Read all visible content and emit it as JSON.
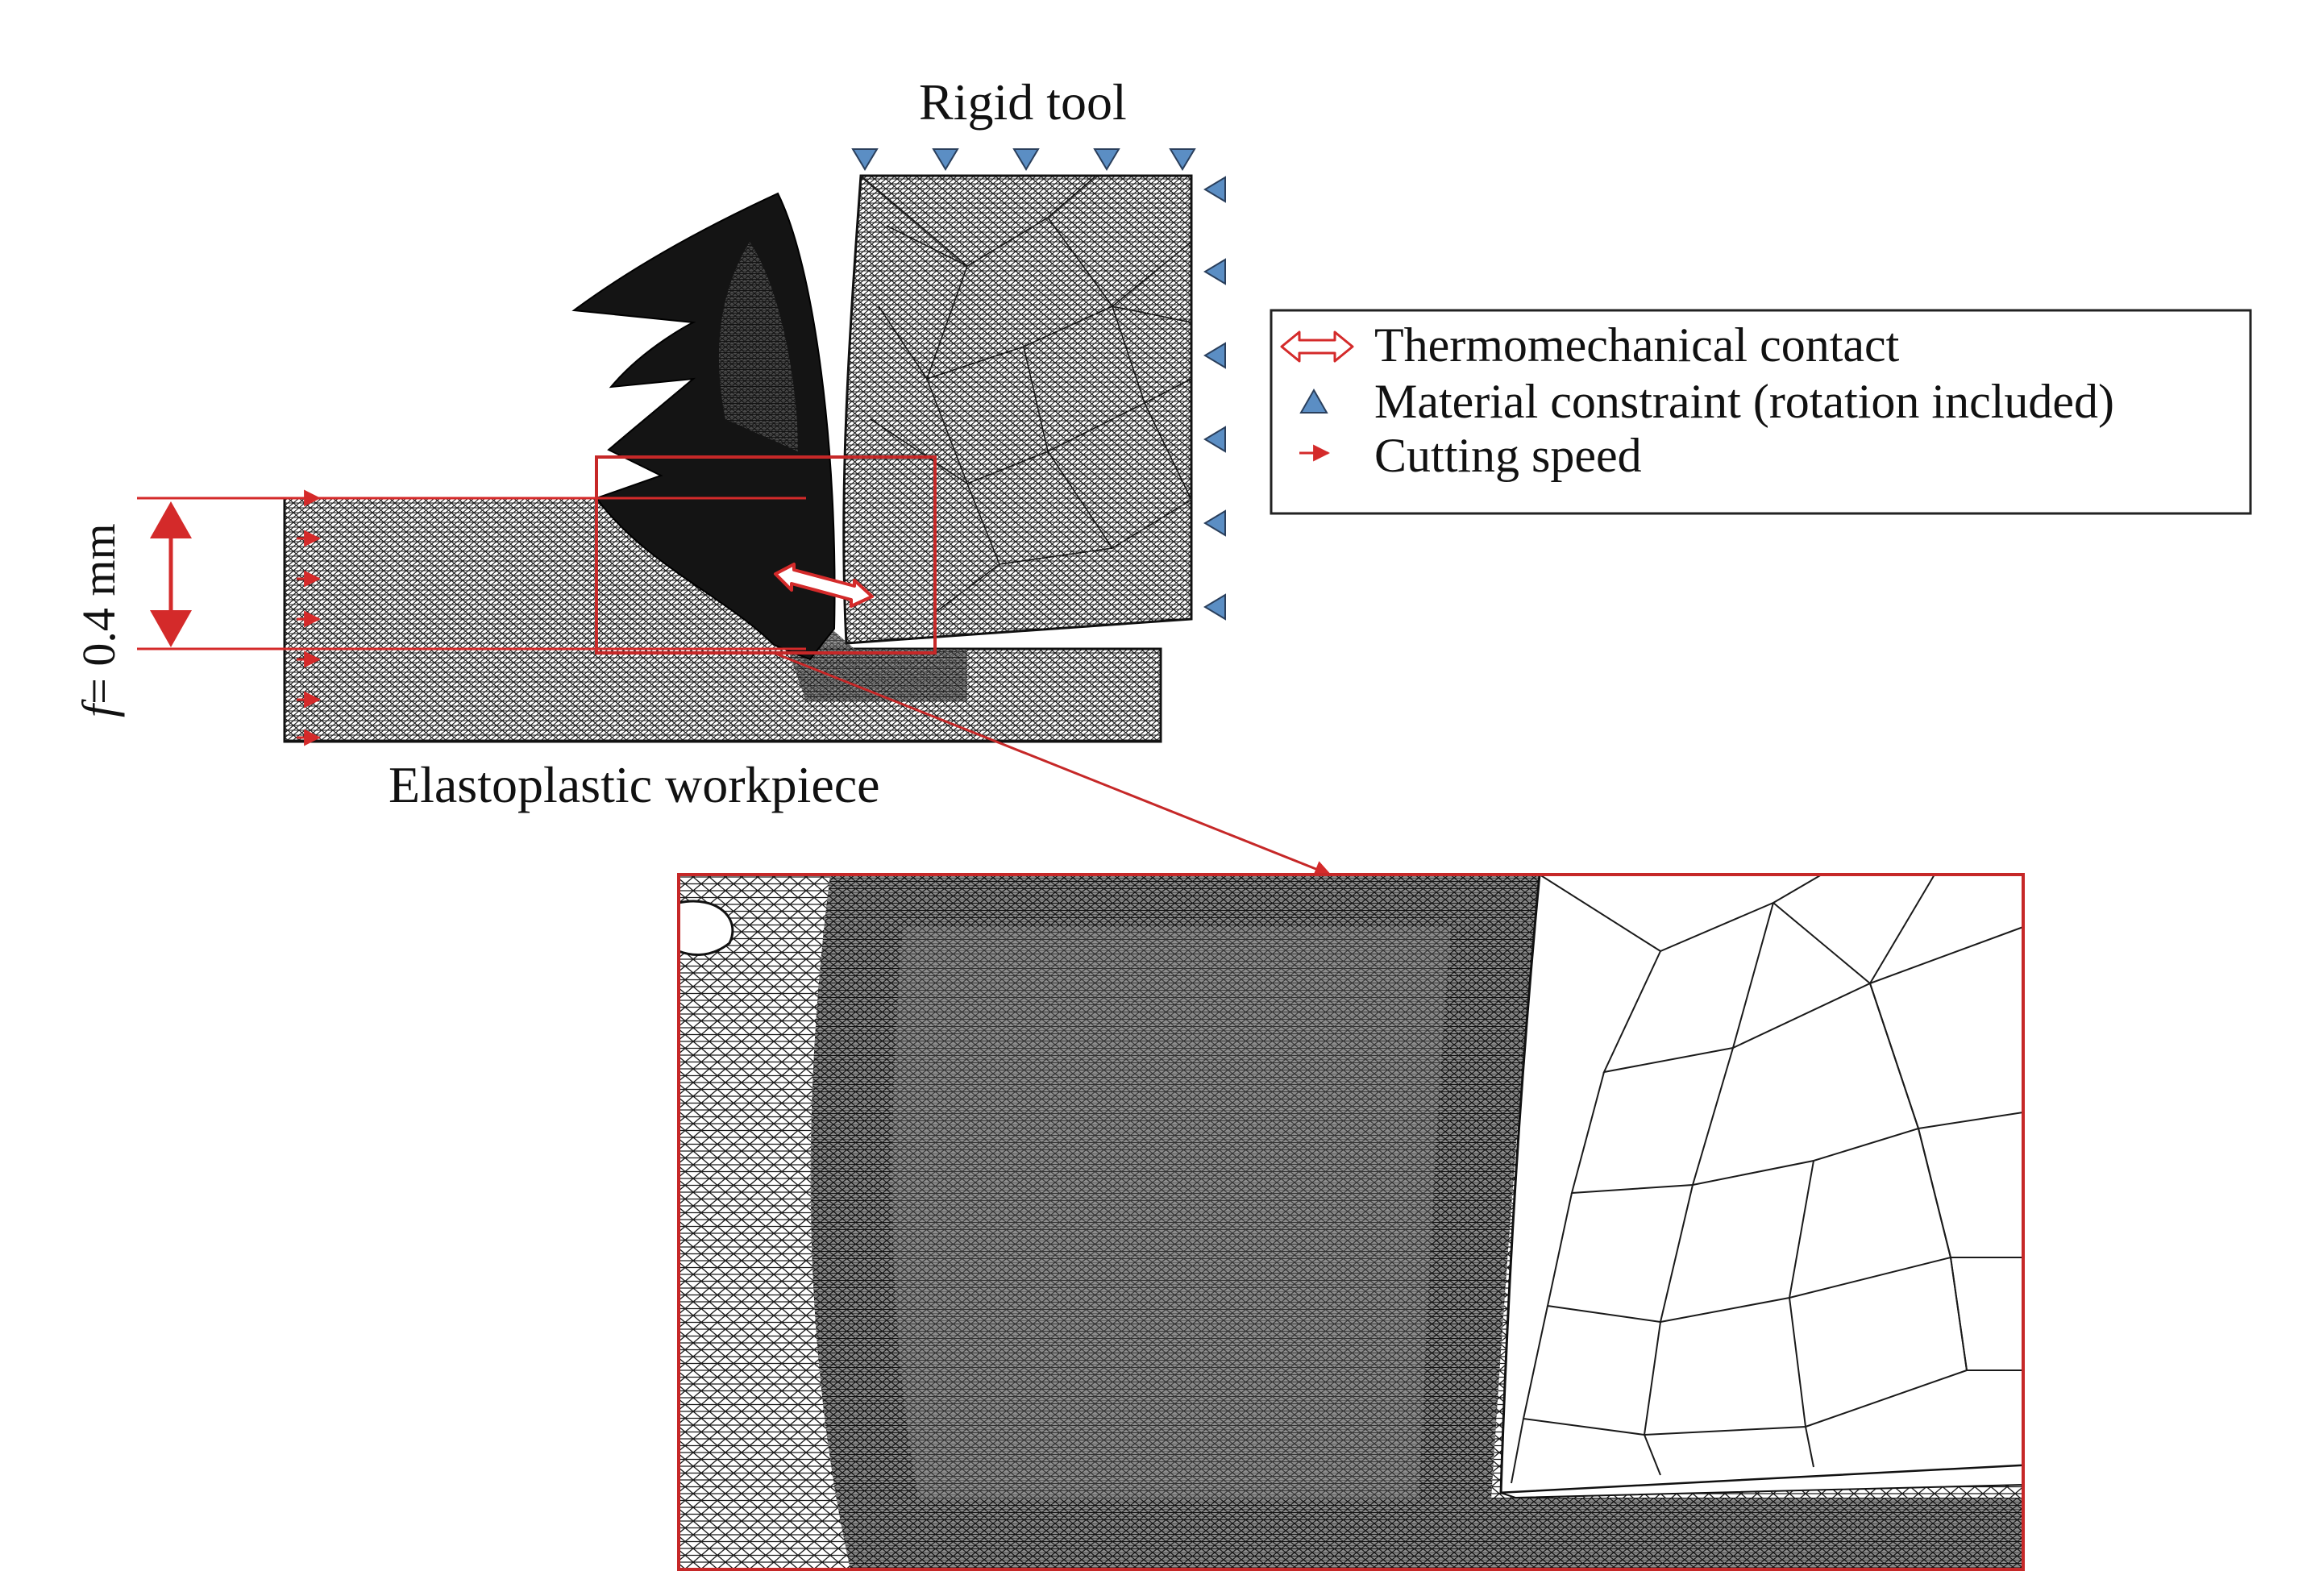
{
  "labels": {
    "tool": "Rigid tool",
    "workpiece": "Elastoplastic workpiece",
    "feed_symbol": "f",
    "feed_value": "= 0.4 mm"
  },
  "legend": {
    "items": [
      {
        "symbol": "double-arrow-icon",
        "text": "Thermomechanical contact"
      },
      {
        "symbol": "triangle-icon",
        "text": "Material constraint (rotation included)"
      },
      {
        "symbol": "small-red-arrow-icon",
        "text": "Cutting speed"
      }
    ]
  },
  "colors": {
    "red": "#d42a2a",
    "constraint_fill": "#5b8ec4",
    "constraint_stroke": "#2a3f5c",
    "mesh_dark": "#141414",
    "mesh_line": "#1a1a1a"
  }
}
